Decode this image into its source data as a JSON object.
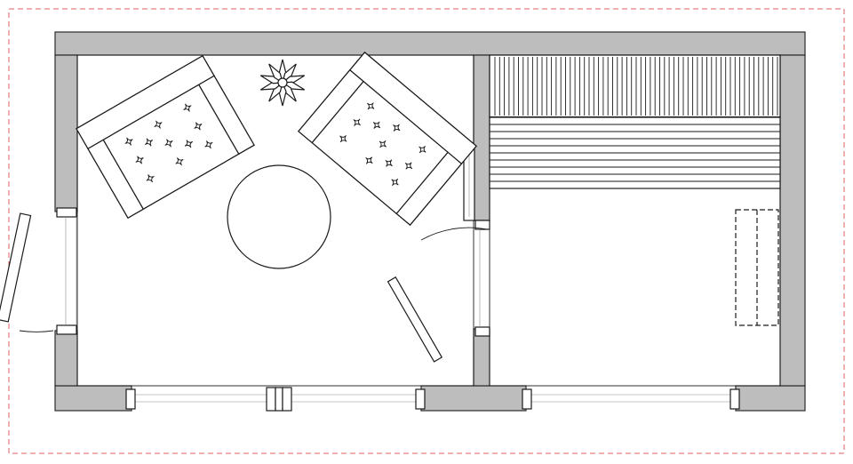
{
  "colors": {
    "border": "#e06060",
    "wall_fill": "#bdbdbd",
    "line": "#1a1a1a"
  },
  "icons": {
    "armchair": "armchair-icon",
    "plant": "plant-icon",
    "table": "round-table-icon"
  },
  "rooms": [
    {
      "id": "lounge",
      "furniture": [
        "armchair",
        "armchair",
        "round-table",
        "potted-plant"
      ]
    },
    {
      "id": "sauna",
      "furniture": [
        "upper-bench",
        "lower-bench",
        "stove"
      ]
    }
  ],
  "openings": {
    "doors": 2,
    "windows": 3
  }
}
